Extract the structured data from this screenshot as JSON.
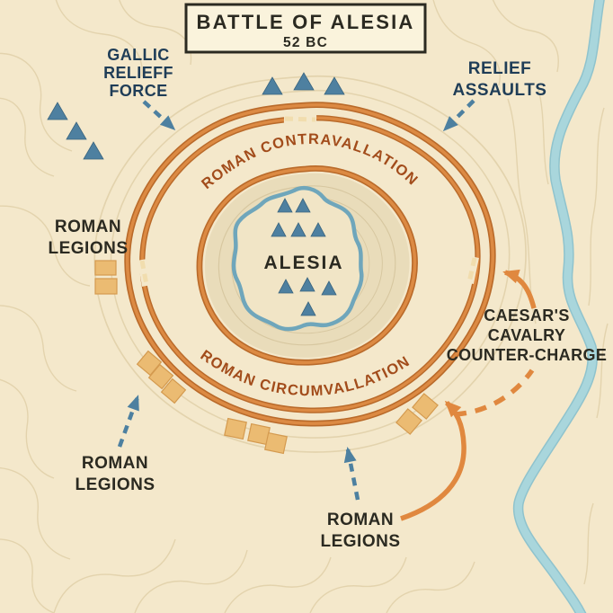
{
  "title": {
    "heading": "BATTLE OF ALESIA",
    "subheading": "52 BC"
  },
  "town": {
    "name": "ALESIA"
  },
  "fortifications": {
    "outer_ring_label": "ROMAN CONTRAVALLATION",
    "inner_ring_label": "ROMAN CIRCUMVALLATION"
  },
  "annotations": {
    "gallic_relief_force": {
      "lines": [
        "GALLIC",
        "RELIEFF",
        "FORCE"
      ]
    },
    "relief_assaults": {
      "lines": [
        "RELIEF",
        "ASSAULTS"
      ]
    },
    "roman_legions_west": {
      "lines": [
        "ROMAN",
        "LEGIONS"
      ]
    },
    "roman_legions_southwest": {
      "lines": [
        "ROMAN",
        "LEGIONS"
      ]
    },
    "roman_legions_south": {
      "lines": [
        "ROMAN",
        "LEGIONS"
      ]
    },
    "caesars_cavalry_counter_charge": {
      "lines": [
        "CAESAR'S",
        "CAVALRY",
        "COUNTER-CHARGE"
      ]
    }
  },
  "units": {
    "gallic_triangle_groups": {
      "northwest_outside": 3,
      "north_outside": 3,
      "inside_alesia_north": 5,
      "inside_alesia_south": 4
    },
    "roman_camp_groups": {
      "west": 2,
      "southwest": 3,
      "south": 3,
      "southeast": 2
    }
  },
  "colors": {
    "background": "#F4E8CB",
    "hill_fill": "#E9DCBA",
    "contour_line": "#E3D3AD",
    "fortification_orange": "#DC8A43",
    "fortification_edge": "#B96A2A",
    "ring_label_rust": "#A24C1B",
    "river_blue": "#A9D6DC",
    "alesia_wall_blue": "#6FA6BB",
    "gallic_unit_blue": "#4E80A0",
    "roman_camp_tan": "#EBBB72",
    "label_ink": "#2B2A21",
    "label_navy": "#1F3D57",
    "title_box_bg": "#FAF3DC"
  }
}
